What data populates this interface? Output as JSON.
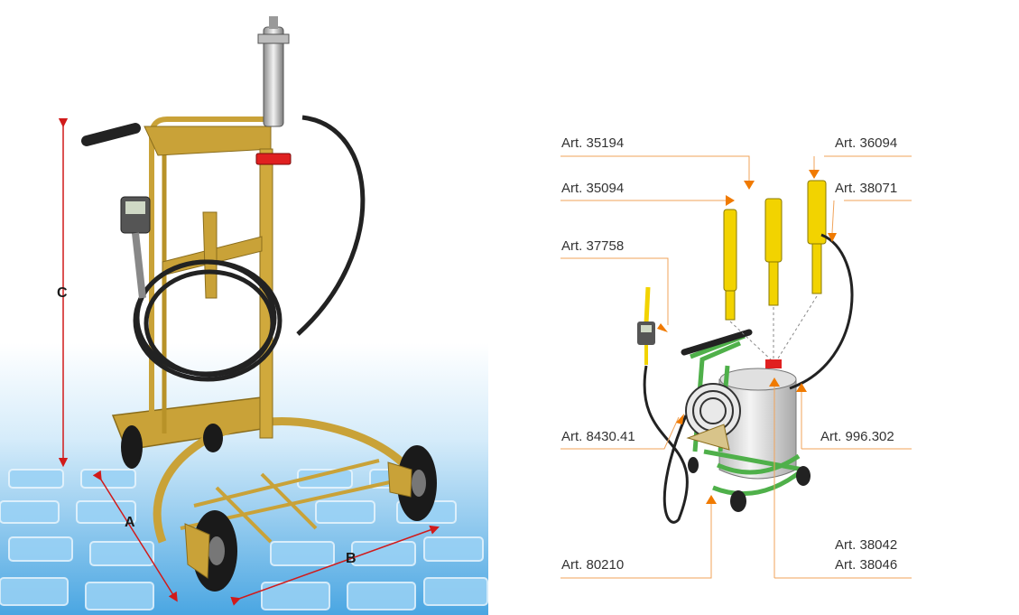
{
  "dimensions": {
    "a": "A",
    "b": "B",
    "c": "C"
  },
  "parts": {
    "p35194": "Art. 35194",
    "p36094": "Art. 36094",
    "p35094": "Art. 35094",
    "p38071": "Art. 38071",
    "p37758": "Art. 37758",
    "p843041": "Art. 8430.41",
    "p996302": "Art. 996.302",
    "p38042": "Art. 38042",
    "p38046": "Art. 38046",
    "p80210": "Art. 80210"
  },
  "colors": {
    "leader": "#f0a35a",
    "arrow": "#f07a00",
    "dimension": "#d11a1a",
    "frame": "#c9a238",
    "trolley": "#4fb04a",
    "pump": "#f2d300",
    "floor": "#5aaee6"
  }
}
